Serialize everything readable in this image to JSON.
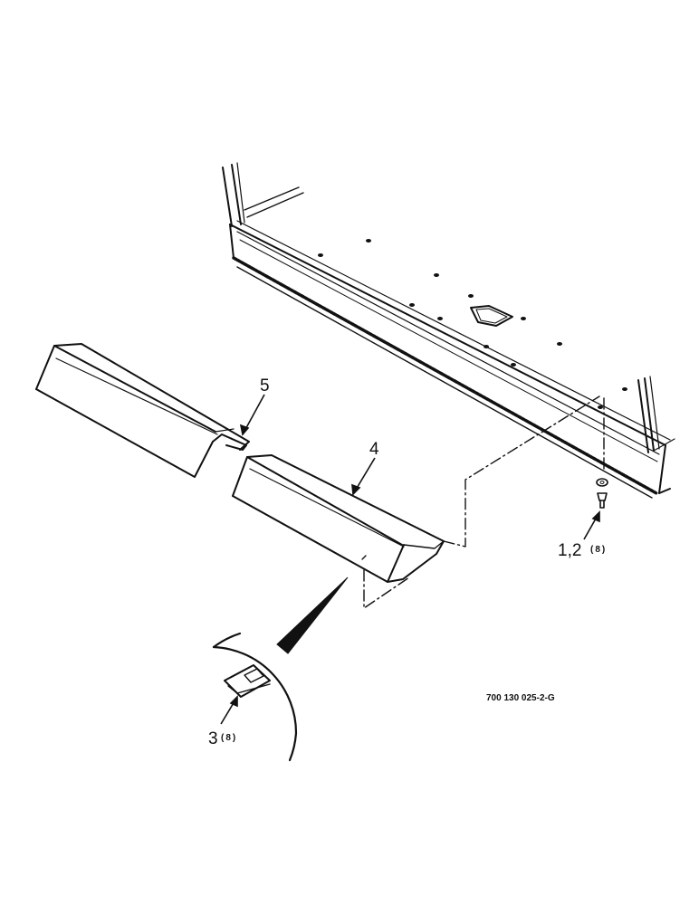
{
  "diagram": {
    "parts": [
      {
        "callout": "1,2",
        "qty": "(8)"
      },
      {
        "callout": "3",
        "qty": "(8)"
      },
      {
        "callout": "4"
      },
      {
        "callout": "5"
      }
    ],
    "drawing_code": "700 130 025-2-G"
  }
}
